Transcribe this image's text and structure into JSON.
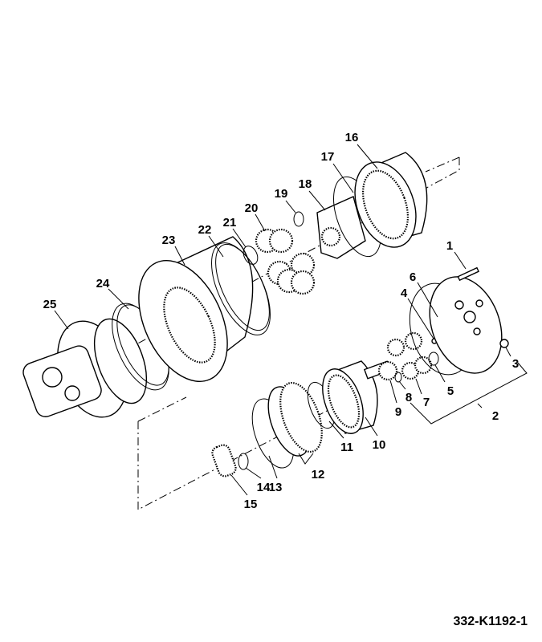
{
  "callouts": [
    "1",
    "2",
    "3",
    "4",
    "5",
    "6",
    "7",
    "8",
    "9",
    "10",
    "11",
    "12",
    "13",
    "14",
    "15",
    "16",
    "17",
    "18",
    "19",
    "20",
    "21",
    "22",
    "23",
    "24",
    "25"
  ],
  "figure_id": "332-K1192-1"
}
